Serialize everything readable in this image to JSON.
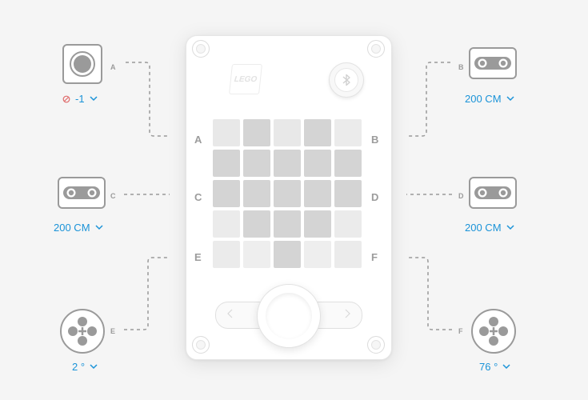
{
  "hub": {
    "logo_text": "LEGO",
    "ports": [
      "A",
      "B",
      "C",
      "D",
      "E",
      "F"
    ],
    "bluetooth_icon": "bluetooth-icon",
    "matrix_levels": [
      [
        0.25,
        0.55,
        0.25,
        0.55,
        0.2
      ],
      [
        0.55,
        0.55,
        0.55,
        0.55,
        0.55
      ],
      [
        0.55,
        0.55,
        0.55,
        0.55,
        0.55
      ],
      [
        0.2,
        0.55,
        0.55,
        0.55,
        0.2
      ],
      [
        0.2,
        0.15,
        0.55,
        0.15,
        0.2
      ]
    ]
  },
  "devices": {
    "A": {
      "letter": "A",
      "icon": "force-sensor-icon",
      "status_icon": "disconnected-icon",
      "value": "-1"
    },
    "B": {
      "letter": "B",
      "icon": "distance-sensor-icon",
      "value": "200 CM"
    },
    "C": {
      "letter": "C",
      "icon": "distance-sensor-icon",
      "value": "200 CM"
    },
    "D": {
      "letter": "D",
      "icon": "distance-sensor-icon",
      "value": "200 CM"
    },
    "E": {
      "letter": "E",
      "icon": "motor-icon",
      "value": "2 °"
    },
    "F": {
      "letter": "F",
      "icon": "motor-icon",
      "value": "76 °"
    }
  },
  "colors": {
    "accent": "#1a93d8",
    "device_stroke": "#9a9a9a",
    "pixel_on": "#d4d4d4",
    "pixel_off": "#efefef"
  }
}
